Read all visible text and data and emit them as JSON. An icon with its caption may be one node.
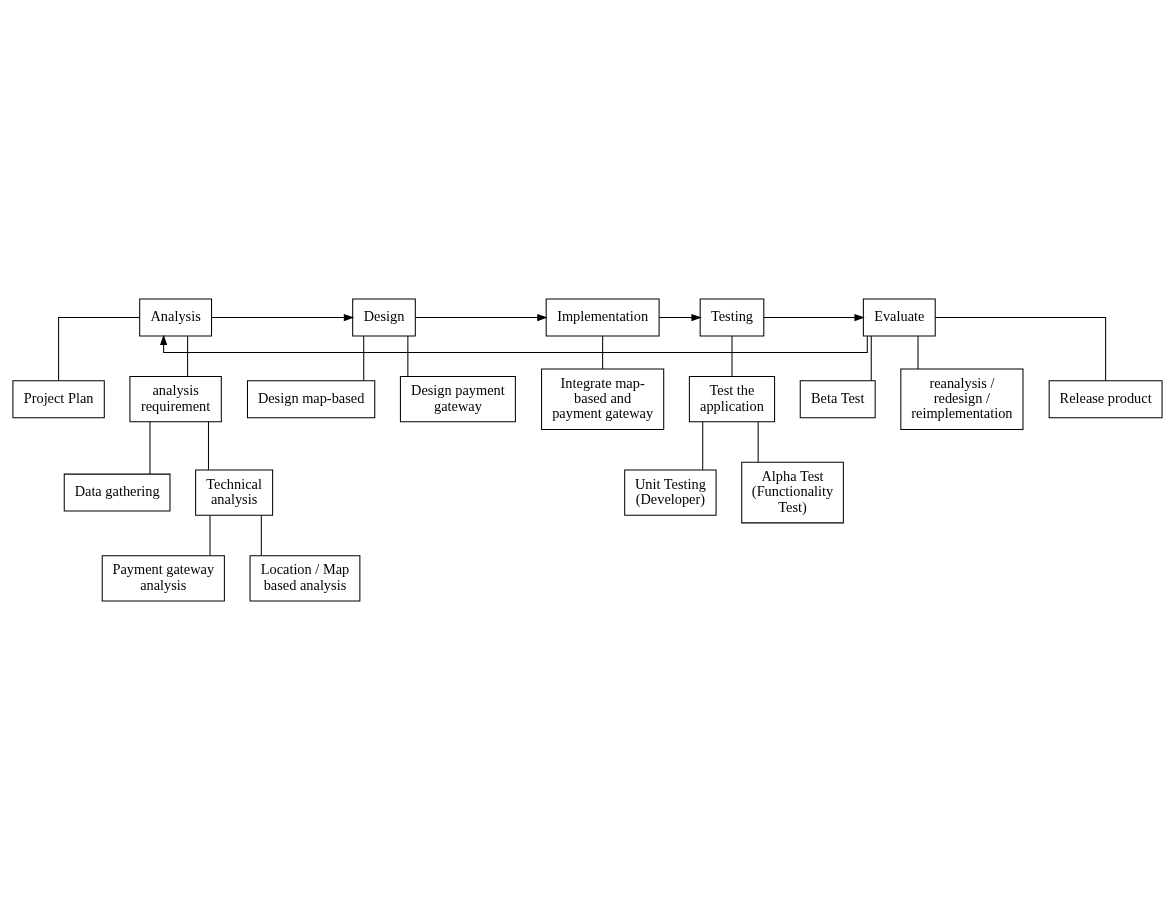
{
  "diagram": {
    "nodes": [
      {
        "text": [
          "Analysis"
        ]
      },
      {
        "text": [
          "Design"
        ]
      },
      {
        "text": [
          "Implementation"
        ]
      },
      {
        "text": [
          "Testing"
        ]
      },
      {
        "text": [
          "Evaluate"
        ]
      },
      {
        "text": [
          "Project Plan"
        ]
      },
      {
        "text": [
          "analysis requirement"
        ]
      },
      {
        "text": [
          "Data gathering"
        ]
      },
      {
        "text": [
          "Technical analysis"
        ]
      },
      {
        "text": [
          "Payment gateway analysis"
        ]
      },
      {
        "text": [
          "Location / Map based analysis"
        ]
      },
      {
        "text": [
          "Design map-based"
        ]
      },
      {
        "text": [
          "Design payment gateway"
        ]
      },
      {
        "text": [
          "Integrate map-based and payment gateway"
        ]
      },
      {
        "text": [
          "Test the application"
        ]
      },
      {
        "text": [
          "Unit Testing (Developer)"
        ]
      },
      {
        "text": [
          "Alpha Test (Functionality Test)"
        ]
      },
      {
        "text": [
          "Beta Test"
        ]
      },
      {
        "text": [
          "reanalysis / redesign / reimplementation"
        ]
      },
      {
        "text": [
          "Release product"
        ]
      }
    ],
    "edges": [
      {
        "from": 0,
        "to": 1,
        "arrow": "to"
      },
      {
        "from": 1,
        "to": 2,
        "arrow": "to"
      },
      {
        "from": 2,
        "to": 3,
        "arrow": "to"
      },
      {
        "from": 3,
        "to": 4,
        "arrow": "to"
      },
      {
        "from": 4,
        "to": 0,
        "arrow": "to"
      },
      {
        "from": 0,
        "to": 5,
        "arrow": "none"
      },
      {
        "from": 0,
        "to": 6,
        "arrow": "none"
      },
      {
        "from": 6,
        "to": 7,
        "arrow": "none"
      },
      {
        "from": 6,
        "to": 8,
        "arrow": "none"
      },
      {
        "from": 8,
        "to": 9,
        "arrow": "none"
      },
      {
        "from": 8,
        "to": 10,
        "arrow": "none"
      },
      {
        "from": 1,
        "to": 11,
        "arrow": "none"
      },
      {
        "from": 1,
        "to": 12,
        "arrow": "none"
      },
      {
        "from": 2,
        "to": 13,
        "arrow": "none"
      },
      {
        "from": 3,
        "to": 14,
        "arrow": "none"
      },
      {
        "from": 14,
        "to": 15,
        "arrow": "none"
      },
      {
        "from": 14,
        "to": 16,
        "arrow": "none"
      },
      {
        "from": 4,
        "to": 17,
        "arrow": "none"
      },
      {
        "from": 4,
        "to": 18,
        "arrow": "none"
      },
      {
        "from": 4,
        "to": 19,
        "arrow": "none"
      }
    ]
  }
}
